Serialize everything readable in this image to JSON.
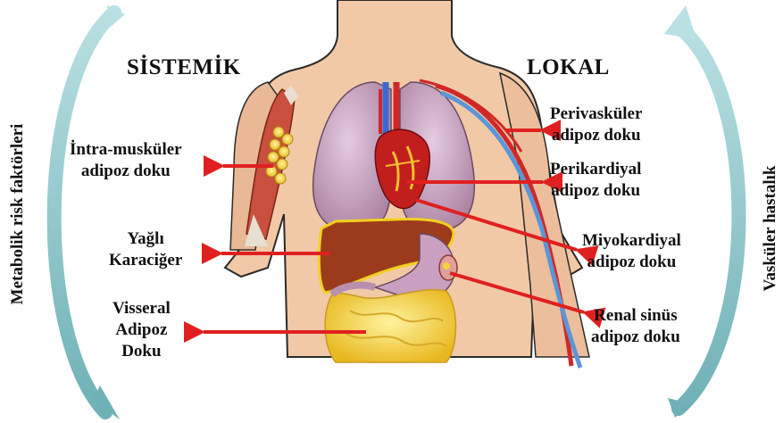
{
  "headings": {
    "left": "SİSTEMİK",
    "right": "LOKAL"
  },
  "side_labels": {
    "left": "Metabolik risk faktörleri",
    "right": "Vasküler hastalık"
  },
  "left_labels": {
    "intra_line1": "İntra-musküler",
    "intra_line2": "adipoz doku",
    "liver_line1": "Yağlı",
    "liver_line2": "Karaciğer",
    "visceral_line1": "Visseral",
    "visceral_line2": "Adipoz",
    "visceral_line3": "Doku"
  },
  "right_labels": {
    "perivas_line1": "Perivasküler",
    "perivas_line2": "adipoz doku",
    "perikard_line1": "Perikardiyal",
    "perikard_line2": "adipoz doku",
    "miyo_line1": "Miyokardiyal",
    "miyo_line2": "adipoz doku",
    "renal_line1": "Renal sinüs",
    "renal_line2": "adipoz doku"
  },
  "colors": {
    "arrow": "#e02020",
    "curve": "#8cc4c8",
    "skin": "#f2c9a6",
    "lung": "#c9a6c0",
    "liver": "#9c3b1c",
    "fat": "#f5d43a"
  }
}
